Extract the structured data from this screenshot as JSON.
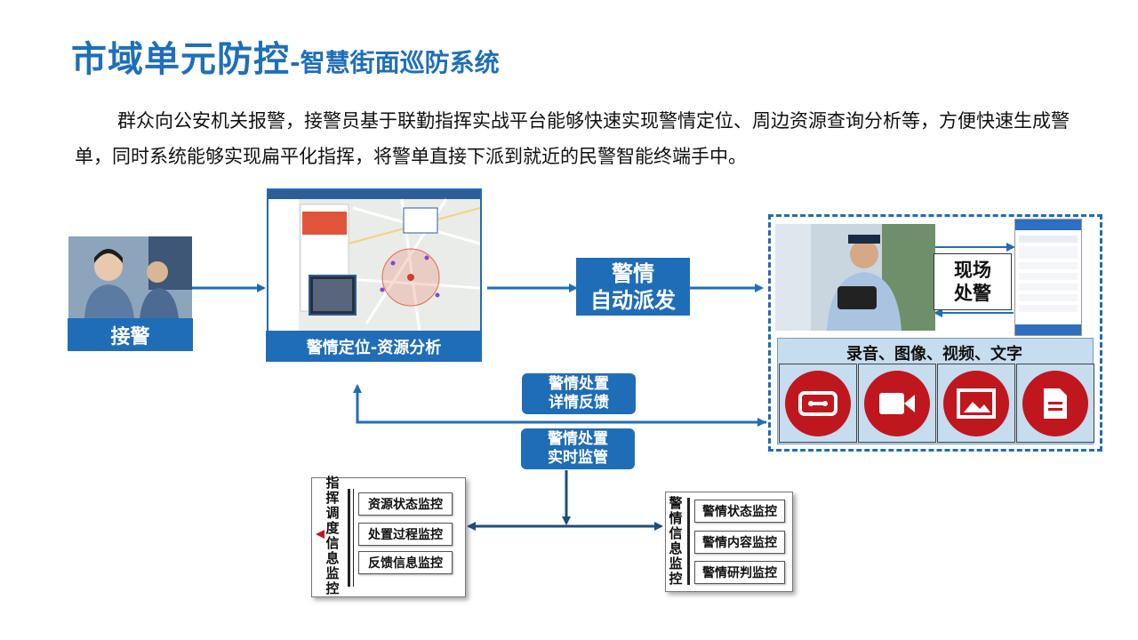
{
  "title": {
    "main": "市域单元防控",
    "sub": "-智慧街面巡防系统"
  },
  "intro": "群众向公安机关报警，接警员基于联勤指挥实战平台能够快速实现警情定位、周边资源查询分析等，方便快速生成警单，同时系统能够实现扁平化指挥，将警单直接下派到就近的民警智能终端手中。",
  "flow": {
    "receive_label": "接警",
    "locate_label": "警情定位-资源分析",
    "dispatch_label": [
      "警情",
      "自动派发"
    ],
    "onsite_label": [
      "现场",
      "处警"
    ],
    "media_title": "录音、图像、视频、文字",
    "feedback_label": [
      "警情处置",
      "详情反馈"
    ],
    "realtime_label": [
      "警情处置",
      "实时监管"
    ]
  },
  "media_icons": [
    "recording-icon",
    "video-icon",
    "image-icon",
    "document-icon"
  ],
  "left_monitor": {
    "vertical_title": [
      "指",
      "挥",
      "调",
      "度",
      "信",
      "息",
      "监",
      "控"
    ],
    "items": [
      "资源状态监控",
      "处置过程监控",
      "反馈信息监控"
    ]
  },
  "right_monitor": {
    "vertical_title": [
      "警",
      "情",
      "信",
      "息",
      "监",
      "控"
    ],
    "items": [
      "警情状态监控",
      "警情内容监控",
      "警情研判监控"
    ]
  },
  "colors": {
    "brand": "#1f6db7",
    "alert_red": "#c0161d",
    "panel_light": "#c6dcef"
  }
}
